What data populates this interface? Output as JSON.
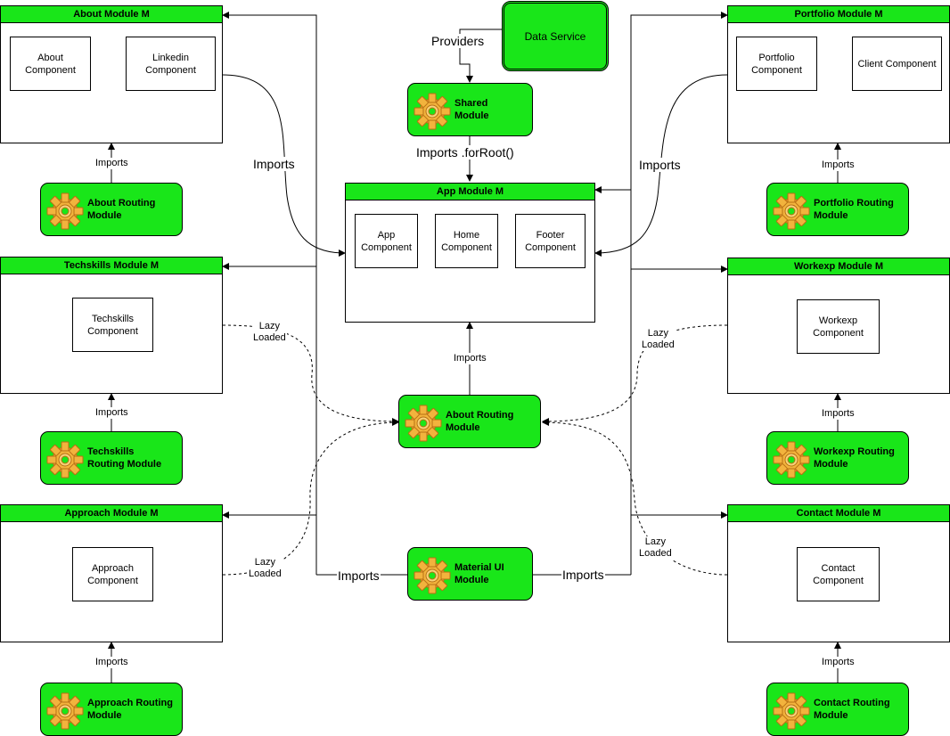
{
  "colors": {
    "module_green": "#19e619",
    "line": "#000000"
  },
  "icons": {
    "routing_icon": "gear-icon"
  },
  "modules": {
    "about": {
      "title": "About Module M",
      "components": [
        "About\nComponent",
        "Linkedin\nComponent"
      ]
    },
    "techskills": {
      "title": "Techskills Module M",
      "components": [
        "Techskills\nComponent"
      ]
    },
    "approach": {
      "title": "Approach Module M",
      "components": [
        "Approach\nComponent"
      ]
    },
    "app": {
      "title": "App Module M",
      "components": [
        "App\nComponent",
        "Home\nComponent",
        "Footer\nComponent"
      ]
    },
    "portfolio": {
      "title": "Portfolio Module M",
      "components": [
        "Portfolio\nComponent",
        "Client Component"
      ]
    },
    "workexp": {
      "title": "Workexp Module M",
      "components": [
        "Workexp\nComponent"
      ]
    },
    "contact": {
      "title": "Contact Module M",
      "components": [
        "Contact\nComponent"
      ]
    }
  },
  "routing_modules": {
    "about_left": "About Routing\nModule",
    "techskills": "Techskills\nRouting Module",
    "approach": "Approach Routing\nModule",
    "shared": "Shared\nModule",
    "about_center": "About Routing\nModule",
    "material": "Material UI\nModule",
    "portfolio": "Portfolio Routing\nModule",
    "workexp": "Workexp Routing\nModule",
    "contact": "Contact Routing\nModule"
  },
  "data_service": "Data Service",
  "edge_labels": {
    "providers": "Providers",
    "imports_forroot": "Imports .forRoot()",
    "imports_large_left": "Imports",
    "imports_large_right": "Imports",
    "imports": "Imports",
    "lazy_loaded": "Lazy\nLoaded",
    "material_imports": "Imports"
  }
}
